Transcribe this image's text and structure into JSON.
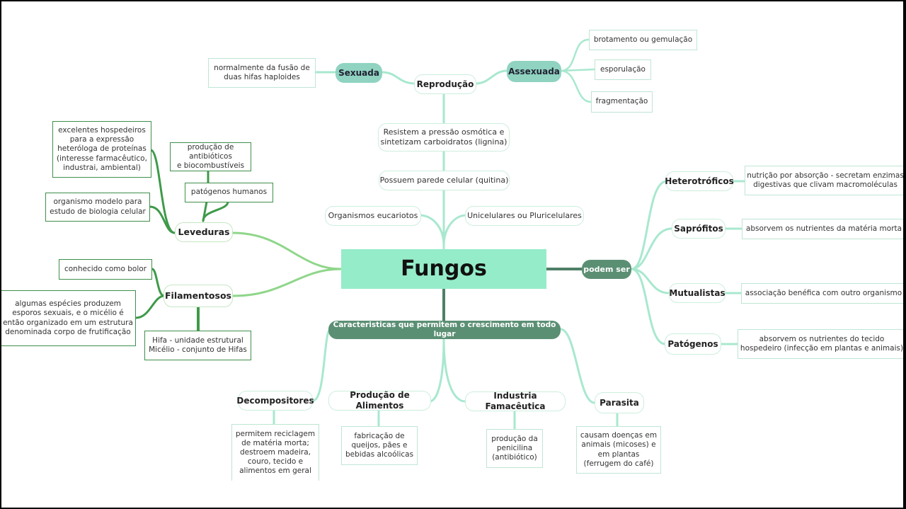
{
  "central": {
    "label": "Fungos"
  },
  "colors": {
    "central_fill": "#95ecc9",
    "teal_pill": "#8fd3c0",
    "dark_pill": "#5b8f74",
    "link_light": "#a8e8cf",
    "link_green": "#3f9a4a",
    "link_dark": "#4f7f68"
  },
  "reproducao": {
    "label": "Reprodução",
    "sexuada": {
      "label": "Sexuada",
      "note": "normalmente da fusão de\nduas hifas haploides"
    },
    "assexuada": {
      "label": "Assexuada",
      "items": [
        "brotamento ou gemulação",
        "esporulação",
        "fragmentação"
      ]
    }
  },
  "trunk": {
    "resistem": "Resistem a pressão osmótica e\nsintetizam carboidratos (lignina)",
    "parede": "Possuem parede celular (quitina)",
    "eucariotos": "Organismos eucariotos",
    "unicelulares": "Unicelulares ou Pluricelulares"
  },
  "leveduras": {
    "label": "Leveduras",
    "notes": [
      "excelentes hospedeiros\npara a expressão\nheteróloga de proteínas\n(interesse farmacêutico,\nindustrai, ambiental)",
      "organismo modelo para\nestudo de biologia celular",
      "produção de antibióticos\ne biocombustíveis",
      "patógenos humanos"
    ]
  },
  "filamentosos": {
    "label": "Filamentosos",
    "notes": [
      "conhecido como bolor",
      "algumas espécies produzem\nesporos sexuais, e o micélio é\nentão organizado em um estrutura\ndenominada corpo de frutificação",
      "Hifa - unidade estrutural\nMicélio - conjunto de Hifas"
    ]
  },
  "podem_ser": {
    "label": "podem ser",
    "items": [
      {
        "label": "Heterotróficos",
        "note": "nutrição por absorção - secretam enzimas\ndigestivas que clivam macromoléculas"
      },
      {
        "label": "Saprófitos",
        "note": "absorvem os nutrientes da matéria morta"
      },
      {
        "label": "Mutualistas",
        "note": "associação benéfica com outro organismo"
      },
      {
        "label": "Patógenos",
        "note": "absorvem os nutrientes do tecido\nhospedeiro (infecção em plantas e animais)"
      }
    ]
  },
  "caracteristicas": {
    "label": "Caracteristicas que permitem o crescimento em todo lugar",
    "items": [
      {
        "label": "Decompositores",
        "note": "permitem reciclagem\nde matéria morta;\ndestroem madeira,\ncouro, tecido e\nalimentos em geral"
      },
      {
        "label": "Produção de Alimentos",
        "note": "fabricação de\nqueijos, pães e\nbebidas alcoólicas"
      },
      {
        "label": "Industria Famacêutica",
        "note": "produção da\npenicilina\n(antibiótico)"
      },
      {
        "label": "Parasita",
        "note": "causam doenças em\nanimais (micoses) e\nem plantas\n(ferrugem do café)"
      }
    ]
  }
}
